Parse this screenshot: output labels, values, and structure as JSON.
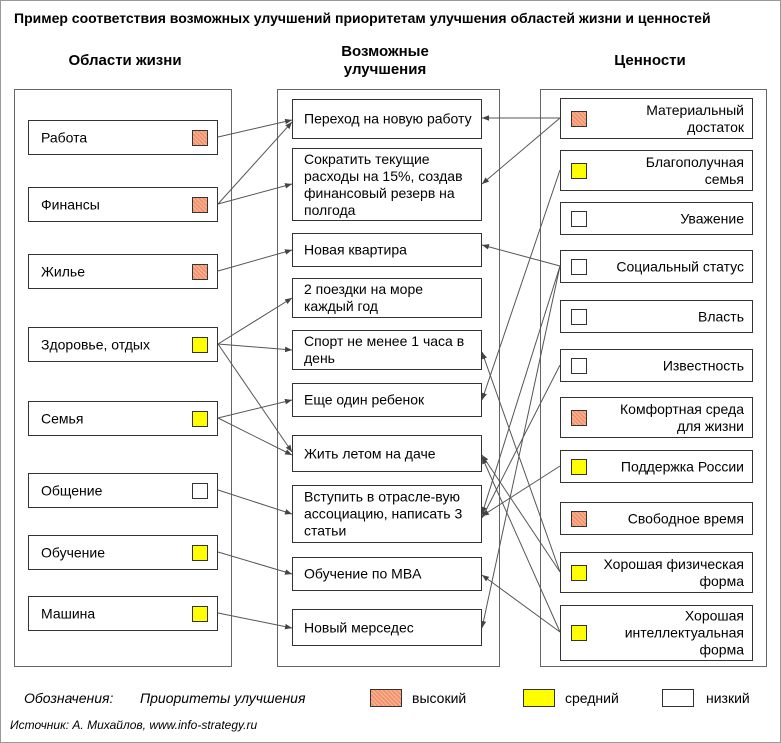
{
  "title": "Пример соответствия возможных улучшений приоритетам улучшения областей жизни и ценностей",
  "headers": {
    "left": "Области жизни",
    "mid": "Возможные улучшения",
    "right": "Ценности"
  },
  "life_areas": [
    {
      "label": "Работа",
      "priority": "high"
    },
    {
      "label": "Финансы",
      "priority": "high"
    },
    {
      "label": "Жилье",
      "priority": "high"
    },
    {
      "label": "Здоровье, отдых",
      "priority": "medium"
    },
    {
      "label": "Семья",
      "priority": "medium"
    },
    {
      "label": "Общение",
      "priority": "low"
    },
    {
      "label": "Обучение",
      "priority": "medium"
    },
    {
      "label": "Машина",
      "priority": "medium"
    }
  ],
  "improvements": [
    "Переход на новую работу",
    "Сократить текущие расходы на 15%, создав финансовый резерв на полгода",
    "Новая квартира",
    "2 поездки на море каждый год",
    "Спорт не менее 1 часа в день",
    "Еще один ребенок",
    "Жить летом на даче",
    "Вступить в отрасле-вую ассоциацию, написать 3 статьи",
    "Обучение по MBA",
    "Новый мерседес"
  ],
  "values": [
    {
      "label": "Материальный достаток",
      "priority": "high"
    },
    {
      "label": "Благополучная семья",
      "priority": "medium"
    },
    {
      "label": "Уважение",
      "priority": "low"
    },
    {
      "label": "Социальный статус",
      "priority": "low"
    },
    {
      "label": "Власть",
      "priority": "low"
    },
    {
      "label": "Известность",
      "priority": "low"
    },
    {
      "label": "Комфортная среда для жизни",
      "priority": "high"
    },
    {
      "label": "Поддержка России",
      "priority": "medium"
    },
    {
      "label": "Свободное время",
      "priority": "high"
    },
    {
      "label": "Хорошая физическая форма",
      "priority": "medium"
    },
    {
      "label": "Хорошая интеллектуальная форма",
      "priority": "medium"
    }
  ],
  "legend": {
    "designation": "Обозначения:",
    "caption": "Приоритеты улучшения",
    "high": "высокий",
    "medium": "средний",
    "low": "низкий"
  },
  "colors": {
    "high": "#f4926b",
    "medium": "#ffff00",
    "low": "#ffffff"
  },
  "source": "Источник: А. Михайлов, www.info-strategy.ru"
}
